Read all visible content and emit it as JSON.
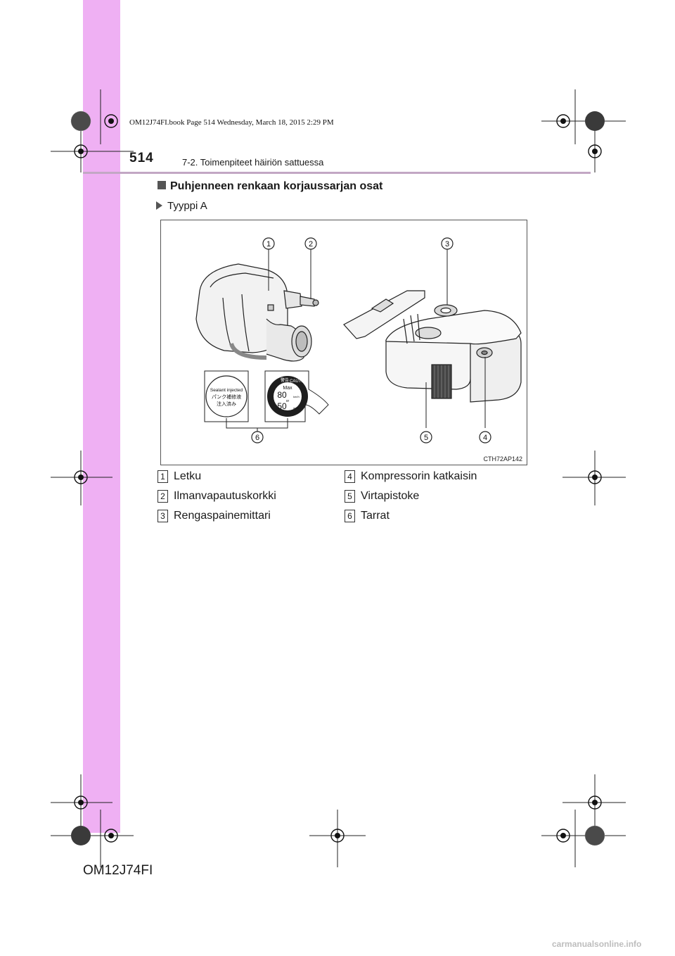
{
  "book_info": "OM12J74FI.book  Page 514  Wednesday, March 18, 2015  2:29 PM",
  "page_number": "514",
  "section_heading": "7-2. Toimenpiteet häiriön sattuessa",
  "subtitle": "Puhjenneen renkaan korjaussarjan osat",
  "type_label": "Tyyppi A",
  "figure": {
    "callouts": [
      "1",
      "2",
      "3",
      "4",
      "5",
      "6"
    ],
    "sticker_left": {
      "line1": "Sealant injected",
      "line2": "パンク補修液",
      "line3": "注入済み"
    },
    "sticker_right": {
      "warning": "警告",
      "caution": "CAUTION",
      "max": "Max",
      "speed1": "80",
      "unit1": "km/h",
      "or": "or",
      "speed2": "50",
      "unit2": "mph"
    },
    "code": "CTH72AP142"
  },
  "legend_left": [
    {
      "num": "1",
      "label": "Letku"
    },
    {
      "num": "2",
      "label": "Ilmanvapautuskorkki"
    },
    {
      "num": "3",
      "label": "Rengaspainemittari"
    }
  ],
  "legend_right": [
    {
      "num": "4",
      "label": "Kompressorin katkaisin"
    },
    {
      "num": "5",
      "label": "Virtapistoke"
    },
    {
      "num": "6",
      "label": "Tarrat"
    }
  ],
  "footer_code": "OM12J74FI",
  "watermark": "carmanualsonline.info"
}
